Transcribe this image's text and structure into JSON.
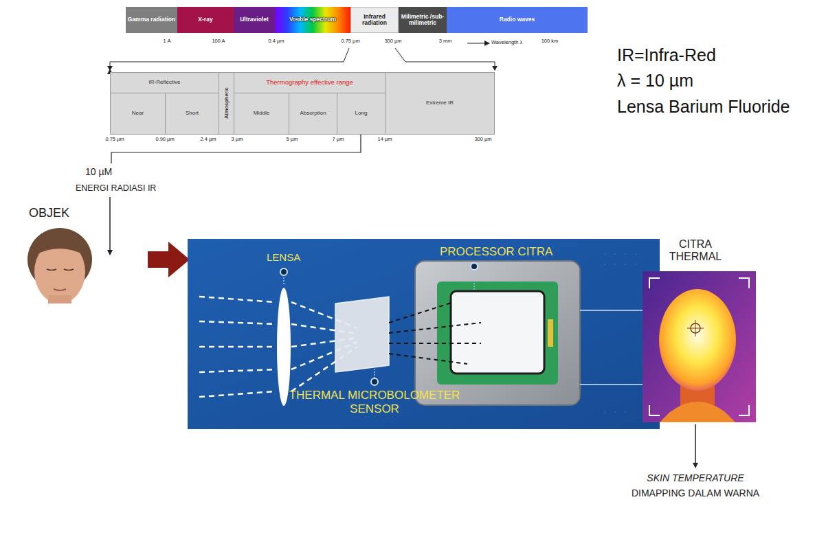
{
  "diagram": {
    "nodes": [
      {
        "text": [
          "Gamma radiation"
        ]
      },
      {
        "text": [
          "X-ray"
        ]
      },
      {
        "text": [
          "Ultraviolet"
        ]
      },
      {
        "text": [
          "Visible spectrum"
        ]
      },
      {
        "text": [
          "Infrared radiation"
        ]
      },
      {
        "text": [
          "Milimetric /sub-milimetric"
        ]
      },
      {
        "text": [
          "Radio waves"
        ]
      },
      {
        "text": [
          "IR-Reflective"
        ]
      },
      {
        "text": [
          "Atmospheric"
        ]
      },
      {
        "text": [
          "Thermography effective range"
        ]
      },
      {
        "text": [
          "Extreme IR"
        ]
      },
      {
        "text": [
          "Near"
        ]
      },
      {
        "text": [
          "Short"
        ]
      },
      {
        "text": [
          "Middle"
        ]
      },
      {
        "text": [
          "Absorption"
        ]
      },
      {
        "text": [
          "Long"
        ]
      }
    ],
    "labels": [
      "1 A",
      "100 A",
      "0.4 µm",
      "0.75 µm",
      "300 µm",
      "3 mm",
      "Wavelength λ",
      "100 km",
      "0.75 µm",
      "0.90 µm",
      "2.4 µm",
      "3 µm",
      "5 µm",
      "7 µm",
      "14 µm",
      "300 µm",
      "IR=Infra-Red",
      "λ = 10 µm",
      "Lensa Barium Fluoride",
      "10 µM",
      "ENERGI RADIASI IR",
      "OBJEK",
      "LENSA",
      "PROCESSOR CITRA",
      "THERMAL MICROBOLOMETER SENSOR",
      "CITRA THERMAL",
      "SKIN TEMPERATURE",
      "DIMAPPING DALAM WARNA"
    ]
  }
}
